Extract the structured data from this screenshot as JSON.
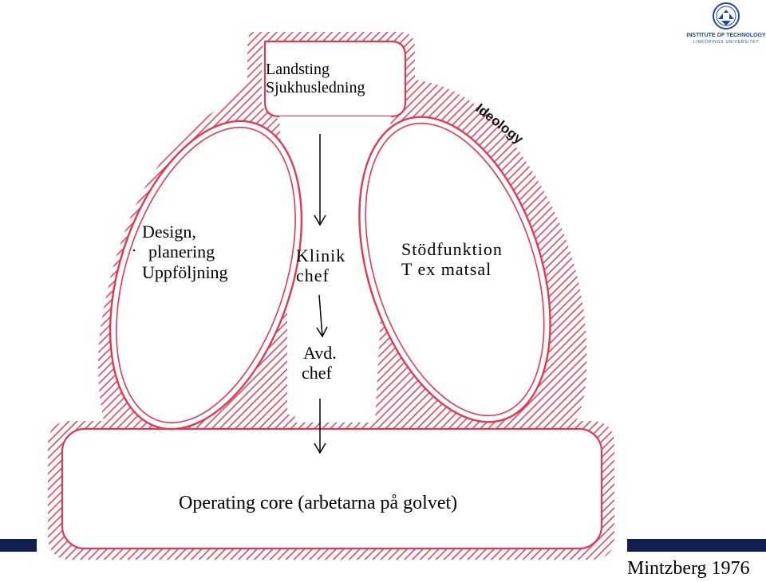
{
  "colors": {
    "shape_stroke": "#e03a52",
    "hatch": "#e8455c",
    "bar": "#0f1f4f",
    "logo": "#1f4aa0"
  },
  "labels": {
    "apex_line1": "Landsting",
    "apex_line2": "Sjukhusledning",
    "technostructure_line1": "Design,",
    "technostructure_line2": "planering",
    "technostructure_line3": "Uppföljning",
    "middle_line_top_line1": "Klinik",
    "middle_line_top_line2": "chef",
    "middle_line_low_line1": "Avd.",
    "middle_line_low_line2": "chef",
    "support_line1": "Stödfunktion",
    "support_line2": "T ex matsal",
    "ideology": "Ideology",
    "operating_core": "Operating core (arbetarna på golvet)",
    "citation": "Mintzberg 1976"
  },
  "logo": {
    "line1": "INSTITUTE OF TECHNOLOGY",
    "line2": "LINKÖPINGS UNIVERSITET"
  }
}
